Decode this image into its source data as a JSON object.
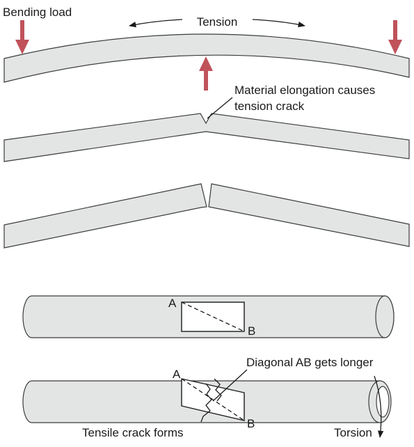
{
  "labels": {
    "bending_load": "Bending load",
    "tension": "Tension",
    "elongation_line1": "Material elongation causes",
    "elongation_line2": "tension crack",
    "point_a_top": "A",
    "point_b_top": "B",
    "diagonal": "Diagonal AB gets longer",
    "point_a_bottom": "A",
    "point_b_bottom": "B",
    "tensile_crack": "Tensile crack forms",
    "torsion": "Torsion"
  },
  "colors": {
    "load_arrow": "#c0525a",
    "beam_fill": "#e3e4e4",
    "outline": "#3c3c3c"
  }
}
